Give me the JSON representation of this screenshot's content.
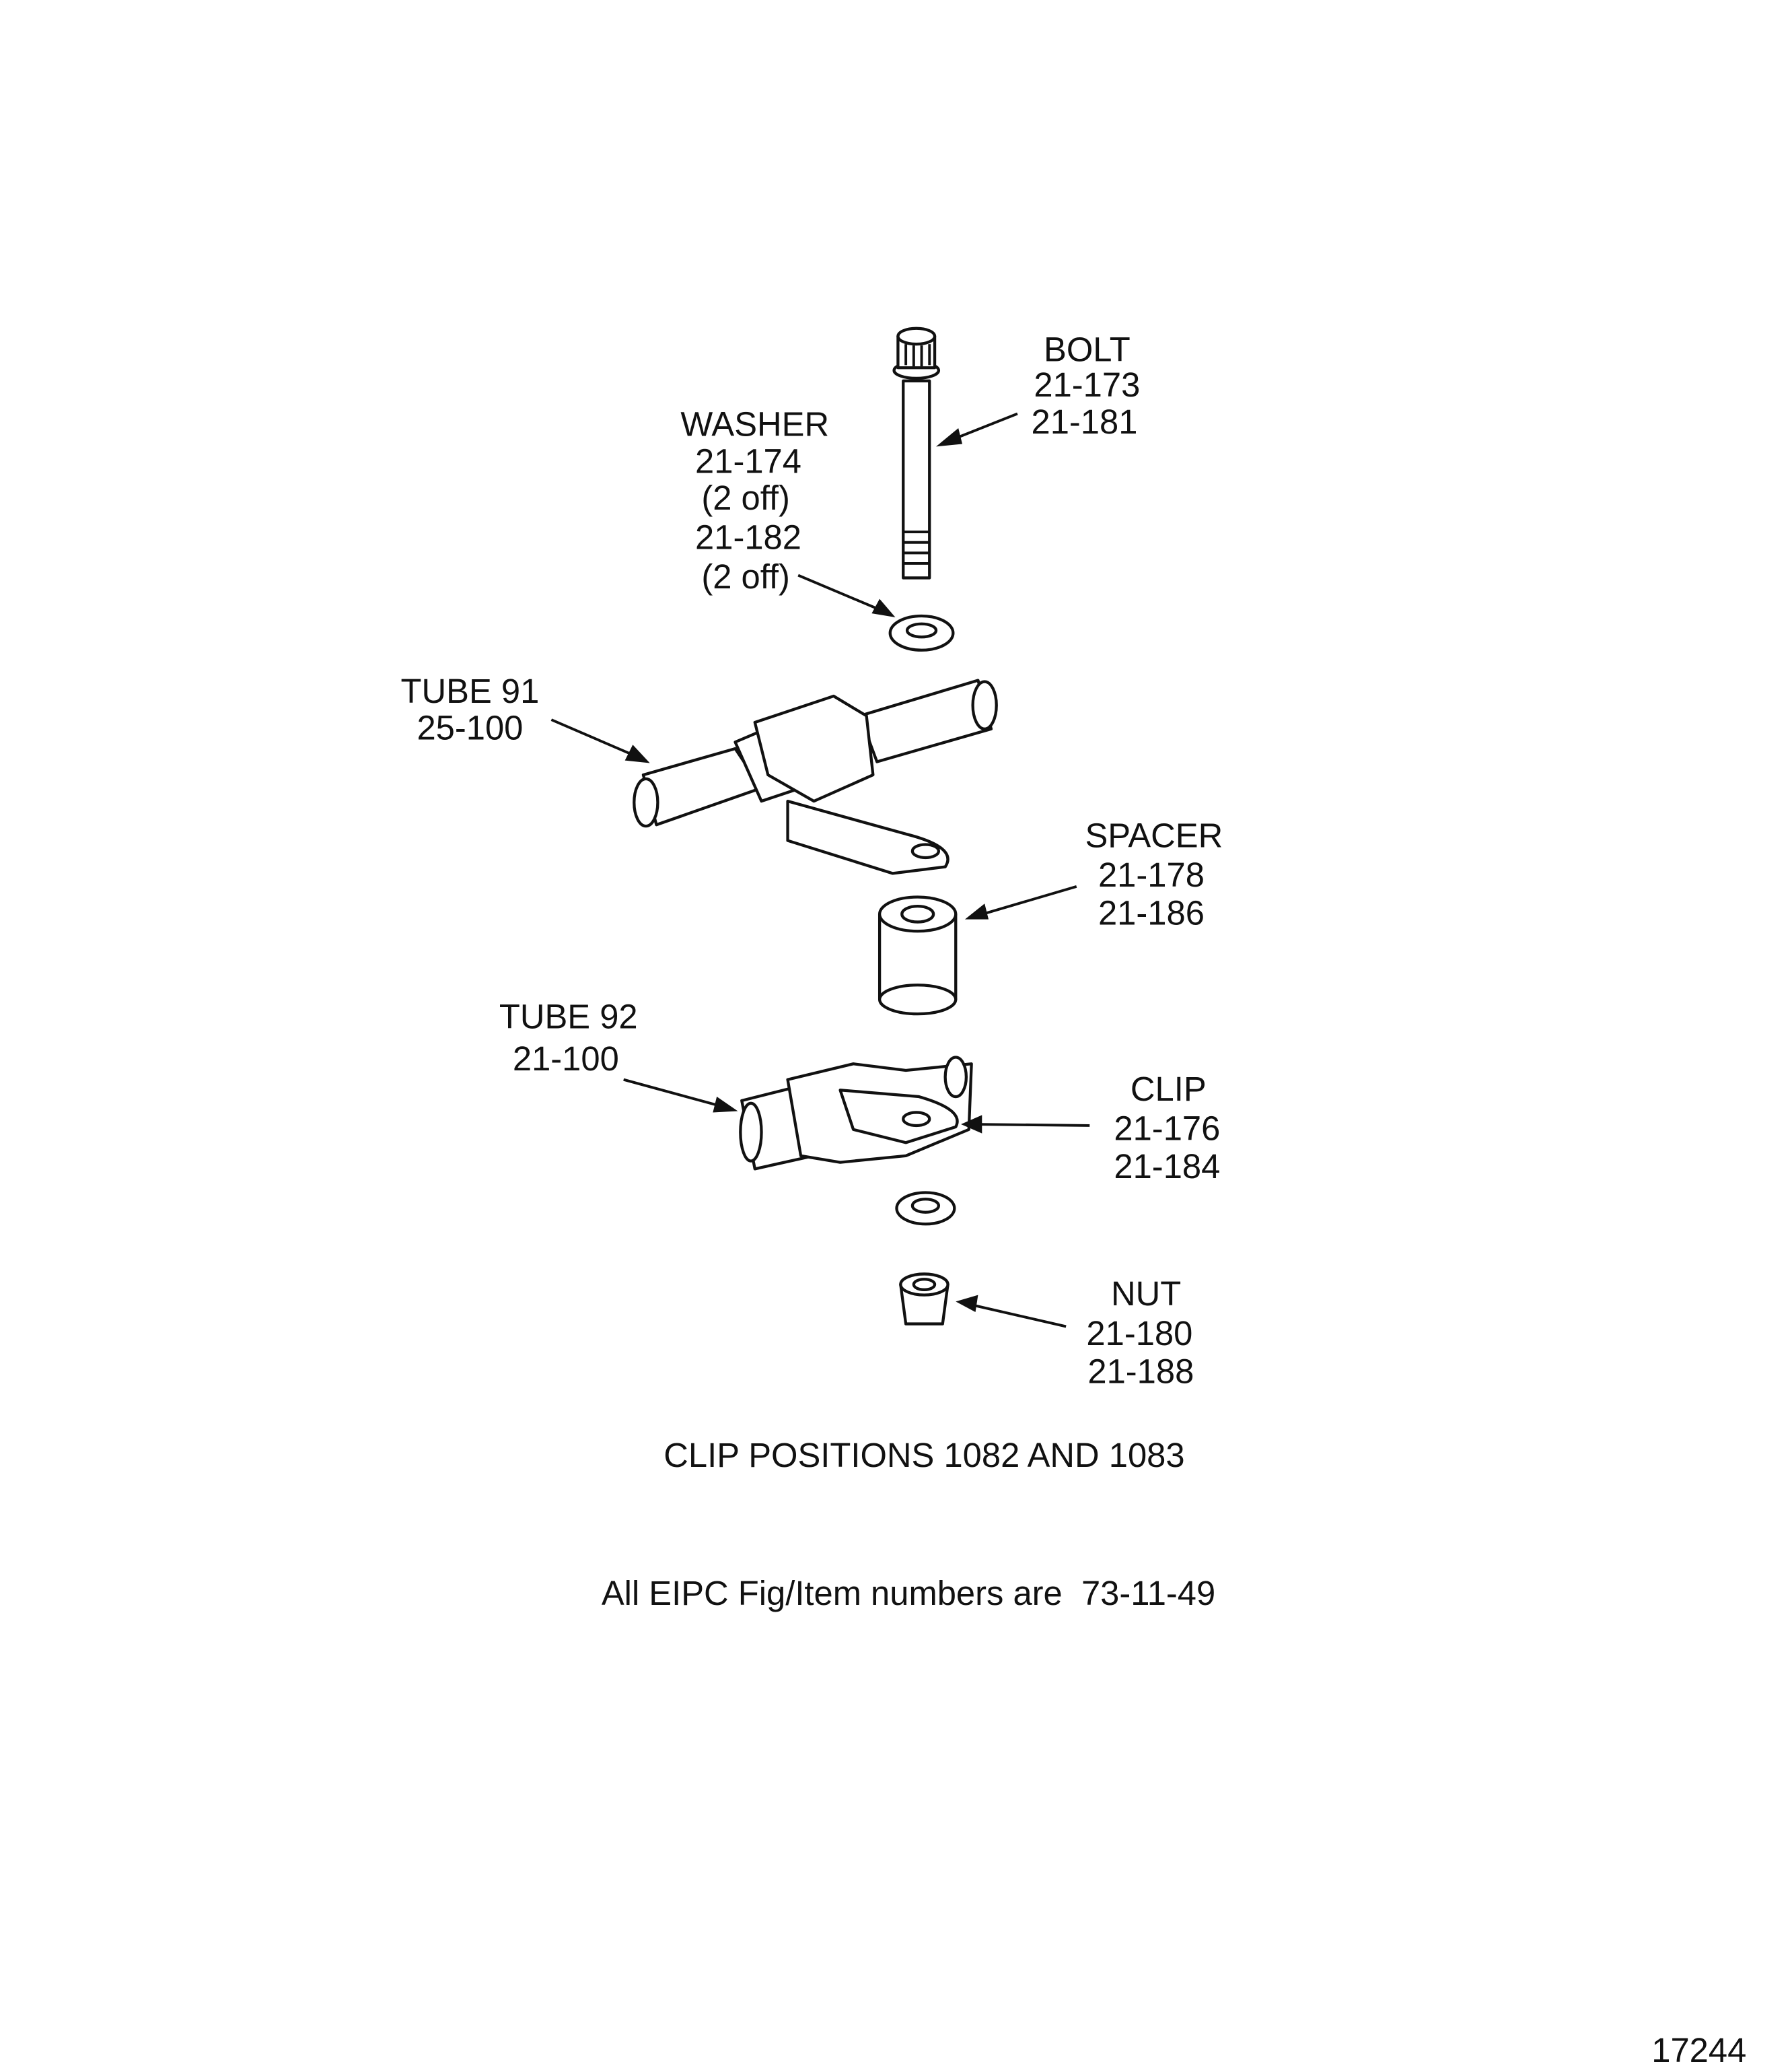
{
  "labels": {
    "bolt": {
      "name": "BOLT",
      "refs": [
        "21-173",
        "21-181"
      ]
    },
    "washer": {
      "name": "WASHER",
      "refs": [
        "21-174",
        "(2 off)",
        "21-182",
        "(2 off)"
      ]
    },
    "tube91": {
      "name": "TUBE 91",
      "refs": [
        "25-100"
      ]
    },
    "spacer": {
      "name": "SPACER",
      "refs": [
        "21-178",
        "21-186"
      ]
    },
    "tube92": {
      "name": "TUBE 92",
      "refs": [
        "21-100"
      ]
    },
    "clip": {
      "name": "CLIP",
      "refs": [
        "21-176",
        "21-184"
      ]
    },
    "nut": {
      "name": "NUT",
      "refs": [
        "21-180",
        "21-188"
      ]
    }
  },
  "caption": "CLIP POSITIONS 1082 AND 1083",
  "note": "All EIPC Fig/Item numbers are  73-11-49",
  "figure_number": "17244"
}
